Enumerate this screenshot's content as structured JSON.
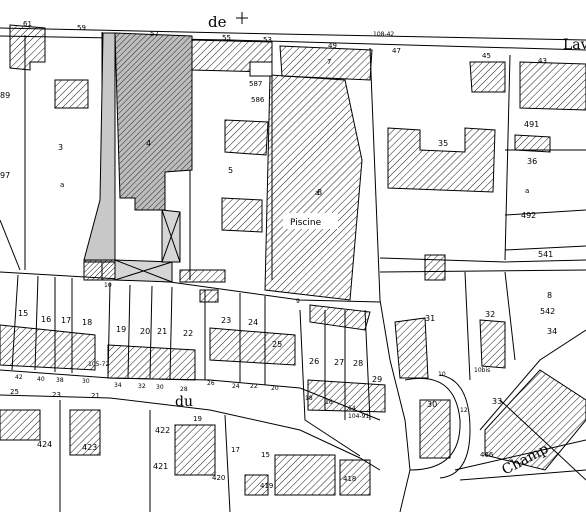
{
  "map": {
    "streets": {
      "top_left": "de",
      "top_right": "Lav",
      "middle": "du",
      "bottom_right": "Champ"
    },
    "building_labels": {
      "piscine": "Piscine"
    },
    "parcel_numbers": {
      "top_row": [
        "61",
        "59",
        "57",
        "55",
        "53",
        "49",
        "47",
        "45",
        "43",
        "108-42"
      ],
      "parcels_a": [
        "89",
        "3",
        "97",
        "4",
        "5",
        "8",
        "35",
        "491",
        "36",
        "492",
        "541",
        "587",
        "586",
        "7"
      ],
      "parcels_b": [
        "15",
        "16",
        "17",
        "18",
        "19",
        "20",
        "21",
        "22",
        "23",
        "24",
        "25",
        "26",
        "27",
        "28",
        "29",
        "31",
        "32",
        "542",
        "34",
        "8",
        "10",
        "9"
      ],
      "street_numbers_middle": [
        "42",
        "40",
        "38",
        "30",
        "34",
        "32",
        "30",
        "28",
        "26",
        "24",
        "22",
        "20",
        "18",
        "16",
        "14",
        "105-72",
        "104-91",
        "10",
        "10bis",
        "12"
      ],
      "parcels_c": [
        "25",
        "23",
        "21",
        "19",
        "17",
        "15",
        "422",
        "424",
        "423",
        "421",
        "420",
        "419",
        "418",
        "33",
        "30",
        "466"
      ],
      "small_letters": [
        "a",
        "a",
        "a"
      ]
    }
  }
}
